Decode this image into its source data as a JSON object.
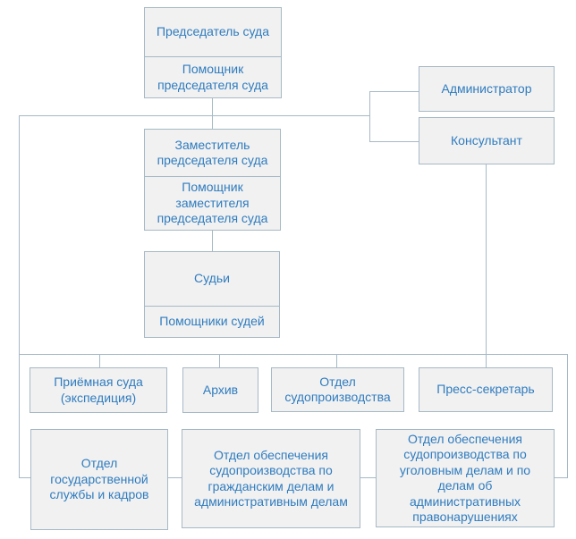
{
  "diagram": {
    "type": "org-chart",
    "language": "ru",
    "colors": {
      "background": "#ffffff",
      "node_fill": "#f1f1f1",
      "node_border": "#a6b9c6",
      "connector": "#a6b9c6",
      "text": "#2f7cbf"
    },
    "nodes": {
      "chairman": "Председатель суда",
      "chairman_assistant": "Помощник председателя суда",
      "administrator": "Администратор",
      "consultant": "Консультант",
      "deputy_chairman": "Заместитель председателя суда",
      "deputy_assistant": "Помощник заместителя председателя суда",
      "judges": "Судьи",
      "judges_assistants": "Помощники судей",
      "reception": "Приёмная суда (экспедиция)",
      "archive": "Архив",
      "proceedings_dept": "Отдел судопроизводства",
      "press_secretary": "Пресс-секретарь",
      "civil_service_dept": "Отдел государственной службы и кадров",
      "civil_cases_dept": "Отдел обеспечения судопроизводства по гражданским делам и административным делам",
      "criminal_cases_dept": "Отдел обеспечения судопроизводства по уголовным делам и по делам об административных правонарушениях"
    }
  }
}
